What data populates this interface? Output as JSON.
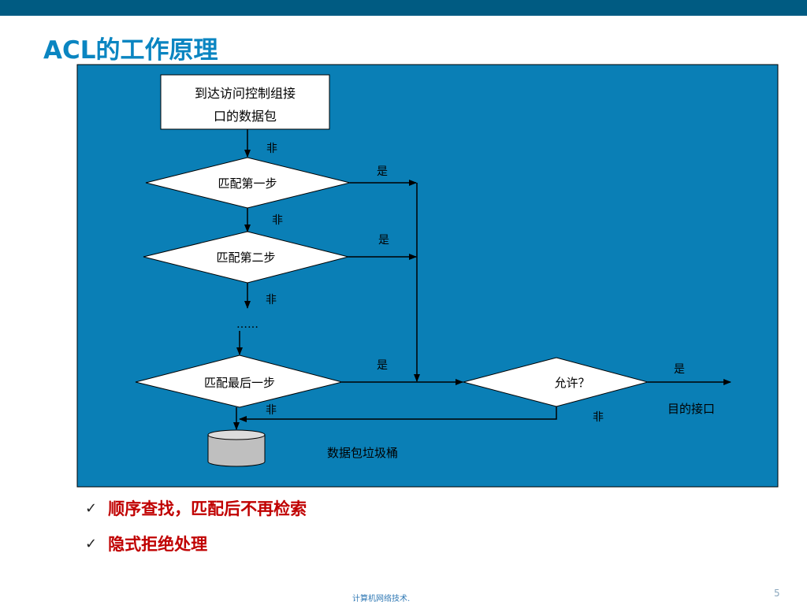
{
  "slide": {
    "title": "ACL的工作原理",
    "footer": "计算机网络技术.",
    "page_number": "5"
  },
  "diagram": {
    "start_box": [
      "到达访问控制组接",
      "口的数据包"
    ],
    "decisions": {
      "step1": "匹配第一步",
      "step2": "匹配第二步",
      "ellipsis": "……",
      "last": "匹配最后一步",
      "permit": "允许？"
    },
    "labels": {
      "no_1": "非",
      "yes_1": "是",
      "no_2": "非",
      "yes_2": "是",
      "no_3": "非",
      "yes_last": "是",
      "no_last": "非",
      "yes_permit": "是",
      "no_permit": "非"
    },
    "destination": "目的接口",
    "bit_bucket": "数据包垃圾桶"
  },
  "bullets": [
    "顺序查找，匹配后不再检索",
    "隐式拒绝处理"
  ],
  "colors": {
    "top_bar": "#005b82",
    "title": "#0a85c1",
    "panel": "#0a7fb6",
    "bullet_text": "#c00000"
  }
}
